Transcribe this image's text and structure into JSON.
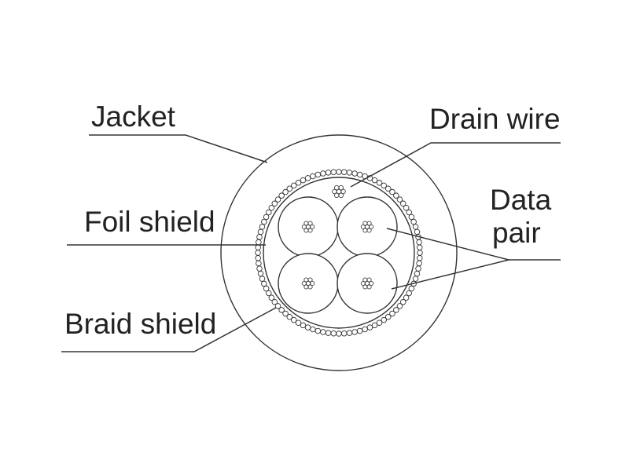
{
  "labels": {
    "jacket": "Jacket",
    "foil_shield": "Foil shield",
    "braid_shield": "Braid shield",
    "drain_wire": "Drain wire",
    "data": "Data",
    "pair": "pair"
  },
  "colors": {
    "line": "#333333",
    "text": "#222222",
    "background": "#ffffff"
  }
}
